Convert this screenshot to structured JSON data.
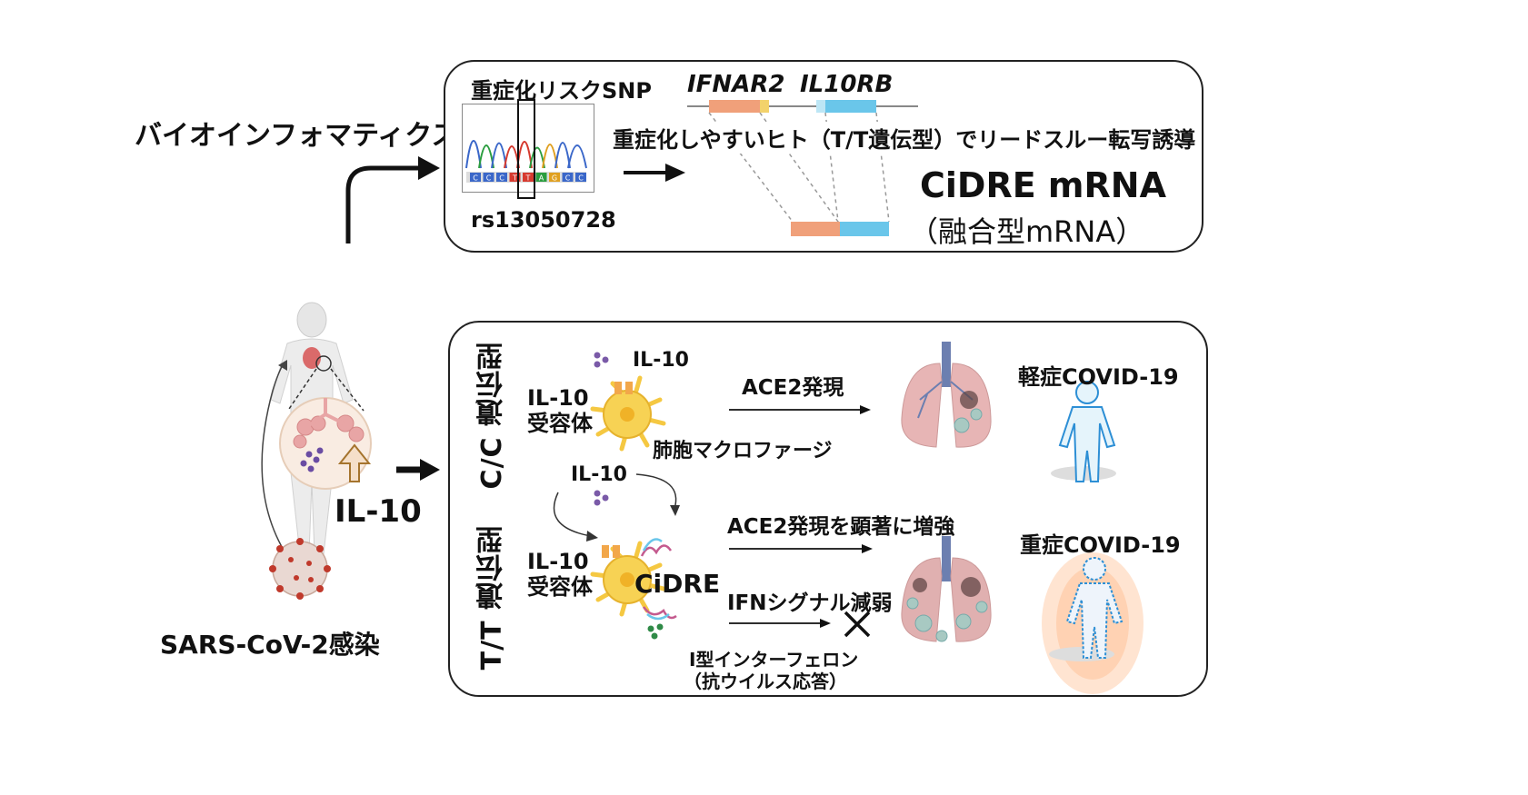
{
  "top": {
    "left_label": "バイオインフォマティクス",
    "snp_title": "重症化リスクSNP",
    "snp_id": "rs13050728",
    "chrom_bases": [
      "C",
      "C",
      "C",
      "T",
      "T",
      "A",
      "G",
      "C",
      "C"
    ],
    "gene1": "IFNAR2",
    "gene2": "IL10RB",
    "transcription_note": "重症化しやすいヒト（T/T遺伝型）でリードスルー転写誘導",
    "product_name": "CiDRE mRNA",
    "product_sub": "（融合型mRNA）"
  },
  "left": {
    "il10": "IL-10",
    "infection": "SARS-CoV-2感染"
  },
  "bottom": {
    "genotype_cc": "C/C 遺伝型",
    "genotype_tt": "T/T 遺伝型",
    "il10_top": "IL-10",
    "receptor_top": "IL-10\n受容体",
    "macrophage": "肺胞マクロファージ",
    "ace2_expression": "ACE2発現",
    "mild": "軽症COVID-19",
    "il10_mid": "IL-10",
    "receptor_bottom": "IL-10\n受容体",
    "cidre": "CiDRE",
    "ace2_enhanced": "ACE2発現を顕著に増強",
    "ifn_signal": "IFNシグナル減弱",
    "type1_ifn": "I型インターフェロン",
    "antiviral": "（抗ウイルス応答）",
    "severe": "重症COVID-19"
  },
  "colors": {
    "ifnar2": "#f0a07a",
    "il10rb": "#6ac6ea",
    "cell": "#f5c842",
    "lung": "#e7b5b5",
    "virus": "#c0392b",
    "severe_glow": "#ffb27a",
    "body_blue": "#2d8fd5"
  }
}
